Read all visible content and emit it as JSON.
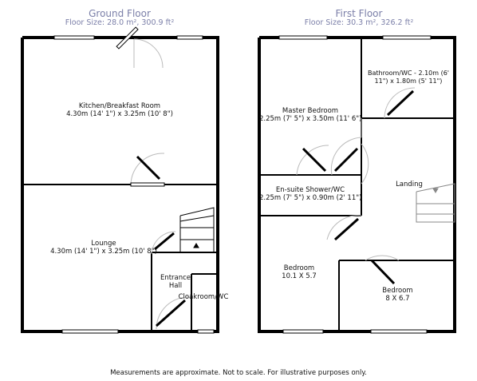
{
  "ground_floor": {
    "title": "Ground Floor",
    "size": "Floor Size: 28.0 m², 300.9 ft²",
    "rooms": {
      "kitchen": {
        "name": "Kitchen/Breakfast Room",
        "dims": "4.30m (14' 1\") x 3.25m (10' 8\")"
      },
      "lounge": {
        "name": "Lounge",
        "dims": "4.30m (14' 1\") x 3.25m (10' 8\")"
      },
      "entrance": {
        "name_line1": "Entrance",
        "name_line2": "Hall"
      },
      "cloakroom": {
        "name": "Cloakroom/WC"
      }
    }
  },
  "first_floor": {
    "title": "First Floor",
    "size": "Floor Size: 30.3 m², 326.2 ft²",
    "rooms": {
      "master": {
        "name": "Master Bedroom",
        "dims": "2.25m (7' 5\") x 3.50m (11' 6\")"
      },
      "bathroom": {
        "line1": "Bathroom/WC - 2.10m (6'",
        "line2": "11\") x 1.80m (5' 11\")"
      },
      "ensuite": {
        "name": "En-suite Shower/WC",
        "dims": "2.25m (7' 5\") x 0.90m (2' 11\")"
      },
      "landing": {
        "name": "Landing"
      },
      "bedroom2": {
        "name": "Bedroom",
        "dims": "10.1 X 5.7"
      },
      "bedroom3": {
        "name": "Bedroom",
        "dims": "8 X 6.7"
      }
    }
  },
  "footer": "Measurements are approximate. Not to scale. For illustrative purposes only."
}
